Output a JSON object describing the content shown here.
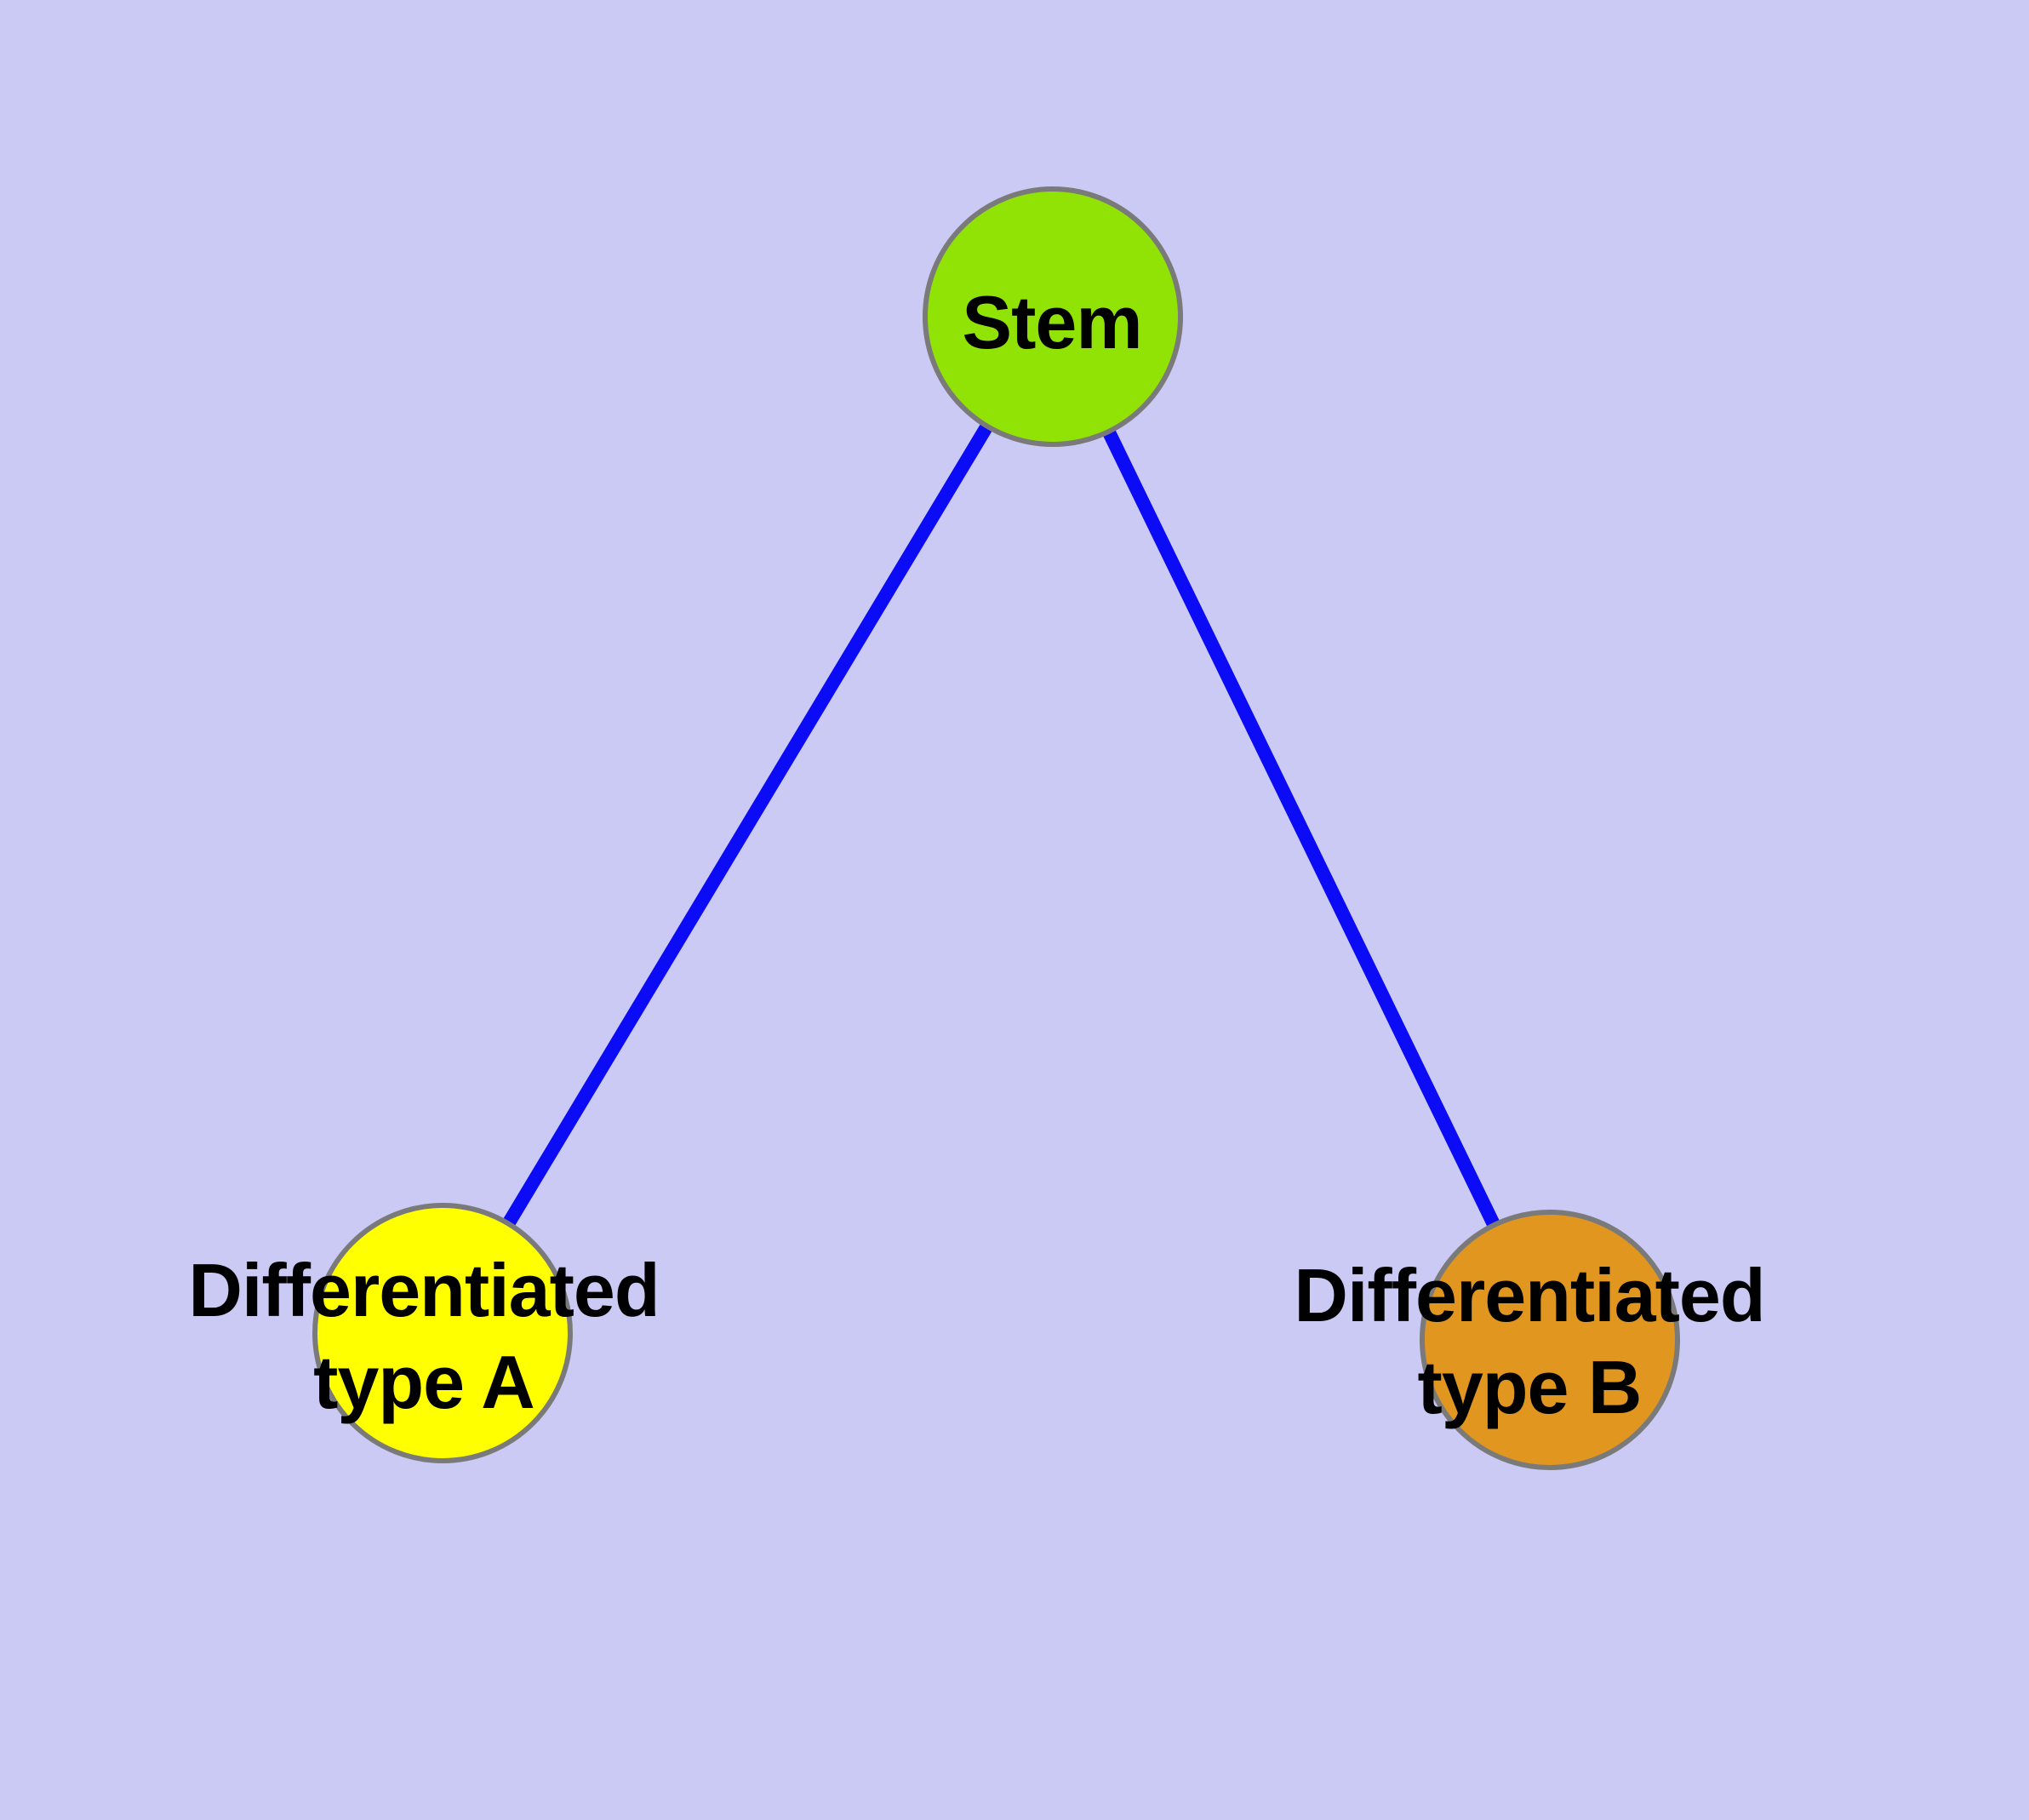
{
  "diagram": {
    "background_color": "#cacaf5",
    "nodes": [
      {
        "id": "stem",
        "label": "Stem",
        "fill": "#91e305",
        "border_color": "#7a7a7a"
      },
      {
        "id": "differentiated-type-a",
        "label_line1": "Differentiated",
        "label_line2": "type A",
        "fill": "#ffff00",
        "border_color": "#7a7a7a"
      },
      {
        "id": "differentiated-type-b",
        "label_line1": "Differentiated",
        "label_line2": "type B",
        "fill": "#e19620",
        "border_color": "#7a7a7a"
      }
    ],
    "edges": [
      {
        "from": "Stem",
        "to": "Differentiated type A",
        "color": "#0b0bf5"
      },
      {
        "from": "Stem",
        "to": "Differentiated type B",
        "color": "#0b0bf5"
      }
    ]
  }
}
